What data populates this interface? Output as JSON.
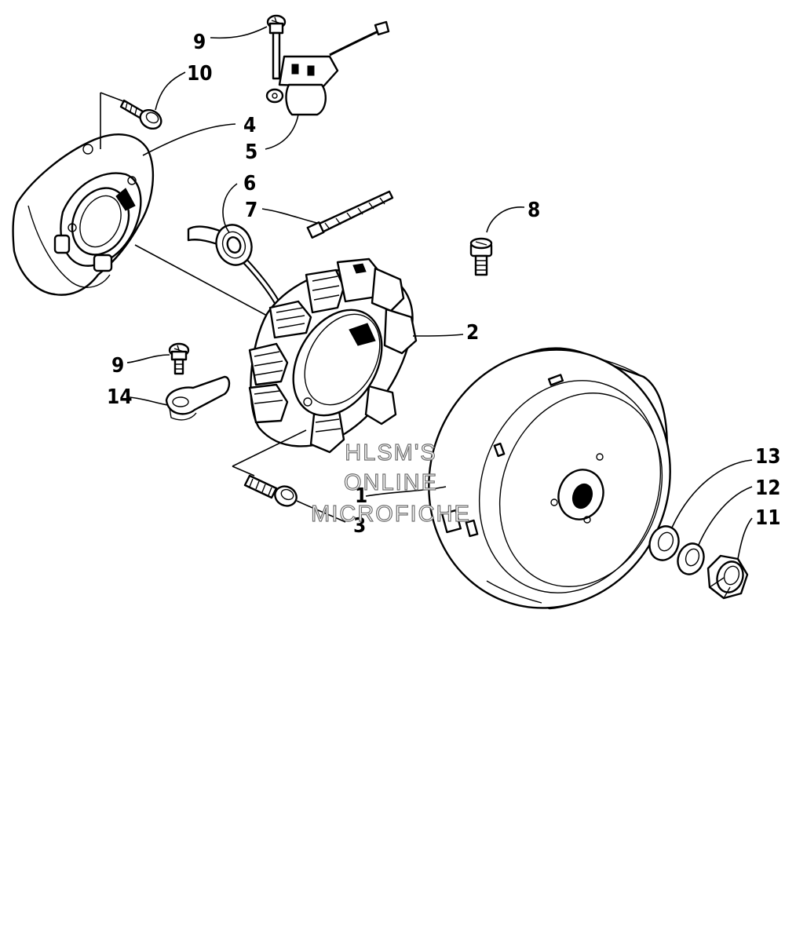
{
  "labels": {
    "p1": "1",
    "p2": "2",
    "p3": "3",
    "p4": "4",
    "p5": "5",
    "p6": "6",
    "p7": "7",
    "p8": "8",
    "p9a": "9",
    "p9b": "9",
    "p10": "10",
    "p11": "11",
    "p12": "12",
    "p13": "13",
    "p14": "14"
  },
  "watermark": {
    "line1": "HLSM'S",
    "line2": "ONLINE",
    "line3": "MICROFICHE"
  }
}
